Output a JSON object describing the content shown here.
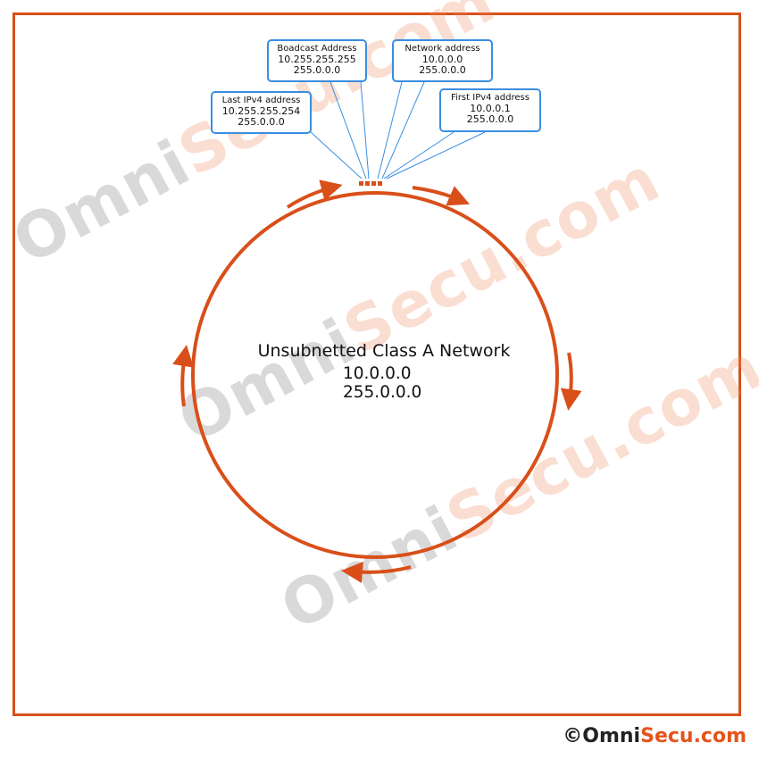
{
  "callouts": {
    "broadcast": {
      "title": "Boadcast Address",
      "line1": "10.255.255.255",
      "line2": "255.0.0.0"
    },
    "network": {
      "title": "Network address",
      "line1": "10.0.0.0",
      "line2": "255.0.0.0"
    },
    "last": {
      "title": "Last IPv4 address",
      "line1": "10.255.255.254",
      "line2": "255.0.0.0"
    },
    "first": {
      "title": "First IPv4 address",
      "line1": "10.0.0.1",
      "line2": "255.0.0.0"
    }
  },
  "center": {
    "title": "Unsubnetted Class A Network",
    "network": "10.0.0.0",
    "mask": "255.0.0.0"
  },
  "watermark": {
    "part1": "Omni",
    "part2": "Secu.com"
  },
  "footer": {
    "symbol": "©",
    "part1": "Omni",
    "part2": "Secu.com"
  },
  "colors": {
    "circle": "#d94f1a",
    "callout_border": "#3a8ee0",
    "connector": "#3a8ee0"
  }
}
